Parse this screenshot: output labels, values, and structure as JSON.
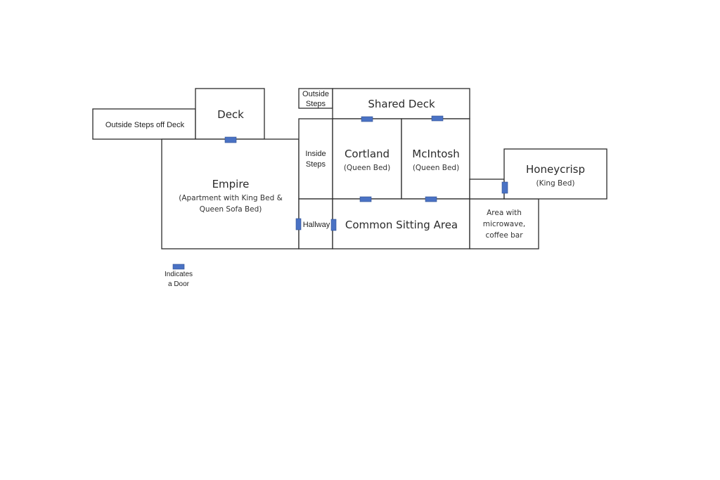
{
  "rooms": {
    "outside_steps_deck": {
      "label": "Outside Steps off Deck"
    },
    "deck": {
      "label": "Deck"
    },
    "empire": {
      "label": "Empire",
      "sub1": "(Apartment with King Bed &",
      "sub2": "Queen Sofa Bed)"
    },
    "outside_steps": {
      "line1": "Outside",
      "line2": "Steps"
    },
    "shared_deck": {
      "label": "Shared Deck"
    },
    "inside_steps": {
      "line1": "Inside",
      "line2": "Steps"
    },
    "cortland": {
      "label": "Cortland",
      "sub": "(Queen Bed)"
    },
    "mcintosh": {
      "label": "McIntosh",
      "sub": "(Queen Bed)"
    },
    "honeycrisp": {
      "label": "Honeycrisp",
      "sub": "(King Bed)"
    },
    "hallway": {
      "label": "Hallway"
    },
    "common": {
      "label": "Common Sitting Area"
    },
    "area": {
      "line1": "Area with",
      "line2": "microwave,",
      "line3": "coffee bar"
    }
  },
  "legend": {
    "line1": "Indicates",
    "line2": "a Door"
  },
  "colors": {
    "door": "#4a72c4",
    "wall": "#2b2b2b"
  }
}
